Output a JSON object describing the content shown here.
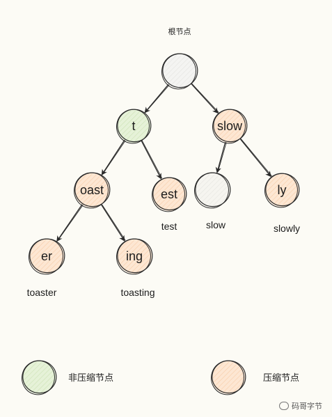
{
  "root_label": "根节点",
  "colors": {
    "stroke": "#2a2a2a",
    "uncompressed": "#e6f2d8",
    "compressed": "#fde7d3",
    "root": "#f4f4f2",
    "plain": "#f6f5f0"
  },
  "nodes": [
    {
      "id": "root",
      "label": "",
      "kind": "root"
    },
    {
      "id": "t",
      "label": "t",
      "kind": "uncompressed"
    },
    {
      "id": "slow",
      "label": "slow",
      "kind": "compressed"
    },
    {
      "id": "oast",
      "label": "oast",
      "kind": "compressed"
    },
    {
      "id": "est",
      "label": "est",
      "kind": "compressed"
    },
    {
      "id": "slowleaf",
      "label": "",
      "kind": "plain"
    },
    {
      "id": "ly",
      "label": "ly",
      "kind": "compressed"
    },
    {
      "id": "er",
      "label": "er",
      "kind": "compressed"
    },
    {
      "id": "ing",
      "label": "ing",
      "kind": "compressed"
    }
  ],
  "edges": [
    {
      "from": "root",
      "to": "t"
    },
    {
      "from": "root",
      "to": "slow"
    },
    {
      "from": "t",
      "to": "oast"
    },
    {
      "from": "t",
      "to": "est"
    },
    {
      "from": "slow",
      "to": "slowleaf"
    },
    {
      "from": "slow",
      "to": "ly"
    },
    {
      "from": "oast",
      "to": "er"
    },
    {
      "from": "oast",
      "to": "ing"
    }
  ],
  "words": [
    {
      "node": "est",
      "text": "test"
    },
    {
      "node": "slowleaf",
      "text": "slow"
    },
    {
      "node": "ly",
      "text": "slowly"
    },
    {
      "node": "er",
      "text": "toaster"
    },
    {
      "node": "ing",
      "text": "toasting"
    }
  ],
  "legend": [
    {
      "kind": "uncompressed",
      "label": "非压缩节点"
    },
    {
      "kind": "compressed",
      "label": "压缩节点"
    }
  ],
  "watermark": "码哥字节"
}
